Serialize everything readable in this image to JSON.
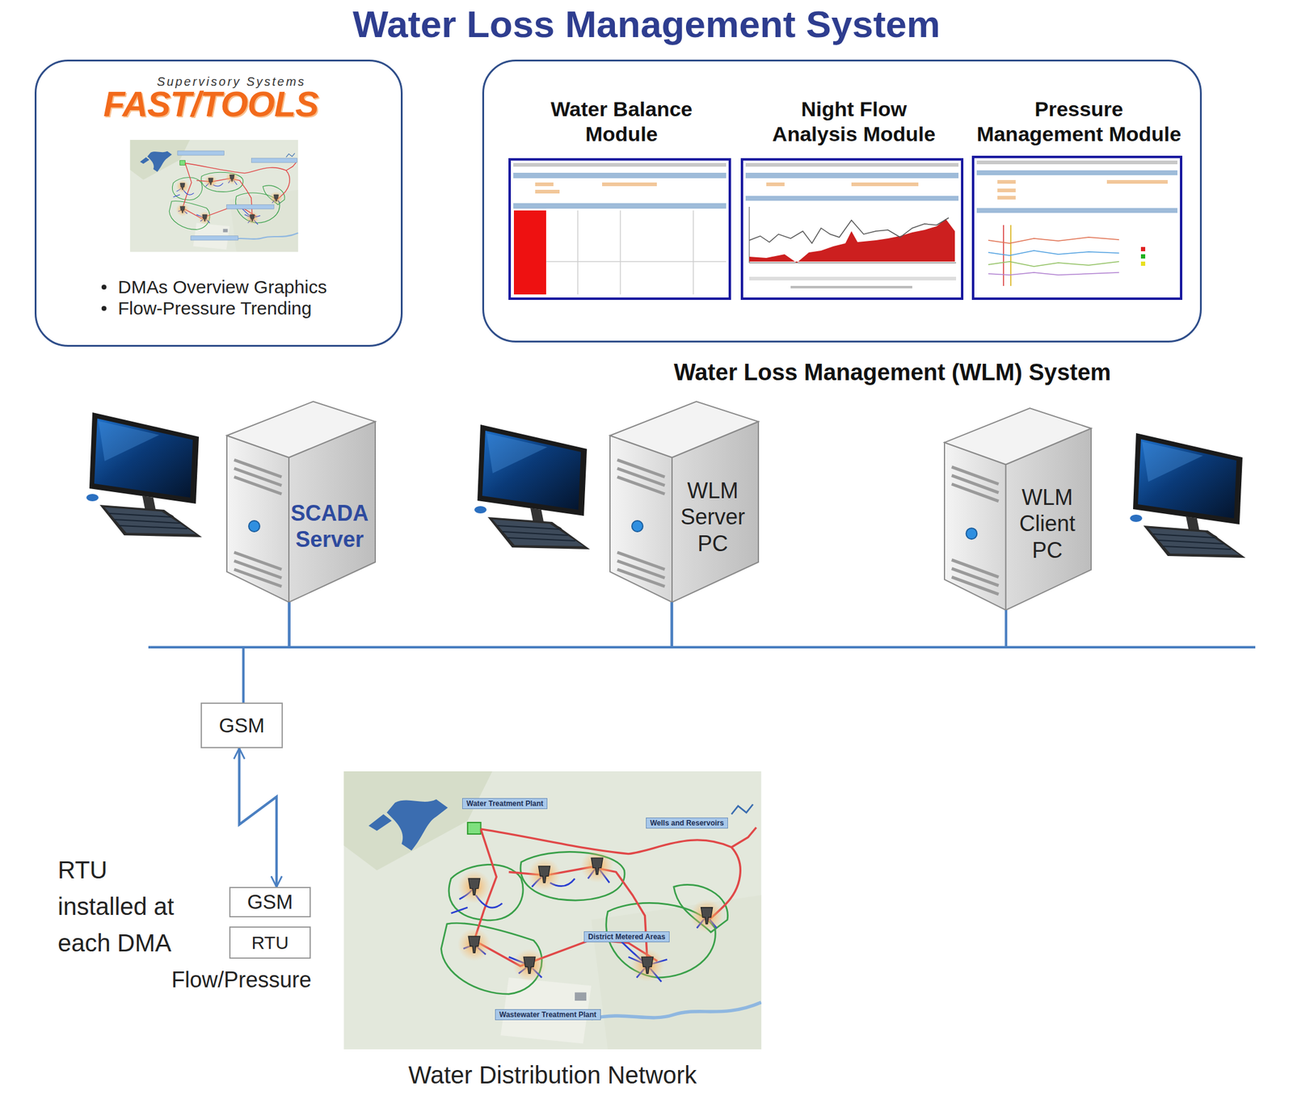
{
  "diagram": {
    "title": "Water Loss Management System",
    "nodes": [
      {
        "text": [
          "Supervisory Systems",
          "FAST/TOOLS",
          "DMAs Overview Graphics",
          "Flow-Pressure Trending"
        ]
      },
      {
        "text": [
          "Water Loss Management (WLM) System"
        ]
      },
      {
        "text": [
          "Water Balance Module"
        ],
        "in": 1
      },
      {
        "text": [
          "Night Flow Analysis Module"
        ],
        "in": 1
      },
      {
        "text": [
          "Pressure Management Module"
        ],
        "in": 1
      },
      {
        "text": [
          "SCADA Server"
        ]
      },
      {
        "text": [
          "WLM Server PC"
        ]
      },
      {
        "text": [
          "WLM Client PC"
        ]
      },
      {
        "text": [
          "GSM"
        ]
      },
      {
        "text": [
          "GSM"
        ]
      },
      {
        "text": [
          "RTU"
        ]
      },
      {
        "text": [
          "Water Treatment Plant"
        ]
      },
      {
        "text": [
          "Wells and Reservoirs"
        ]
      },
      {
        "text": [
          "District Metered Areas"
        ]
      },
      {
        "text": [
          "Wastewater Treatment Plant"
        ]
      }
    ],
    "edges": [
      {
        "from": 5,
        "to": 6,
        "arrow": "none"
      },
      {
        "from": 6,
        "to": 7,
        "arrow": "none"
      },
      {
        "from": 8,
        "to": 5,
        "arrow": "none"
      },
      {
        "from": 8,
        "to": 9,
        "arrow": "both"
      }
    ],
    "labels": [
      "RTU installed at each DMA",
      "Flow/Pressure",
      "Water Distribution Network"
    ]
  }
}
